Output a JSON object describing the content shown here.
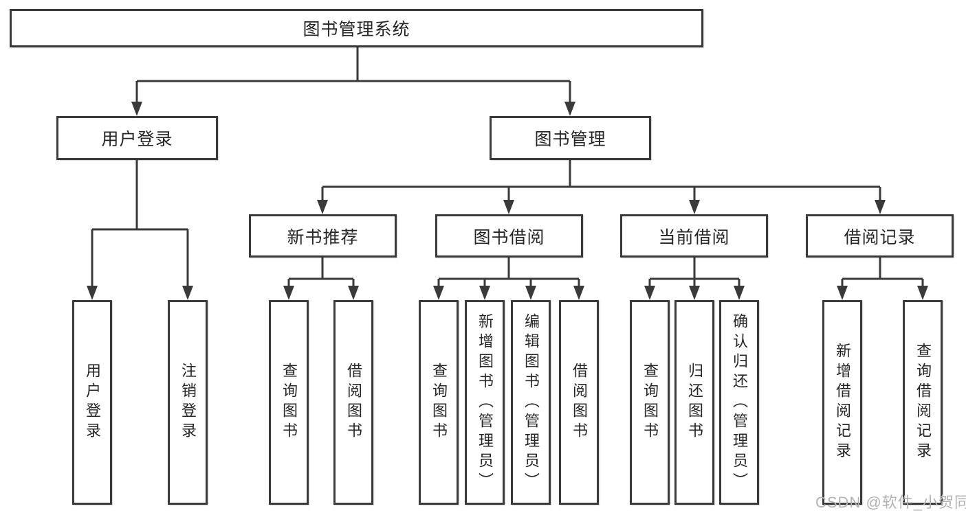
{
  "diagram": {
    "title": "图书管理系统",
    "root": "图书管理系统",
    "branches": [
      {
        "label": "用户登录",
        "leaves": [
          "用户登录",
          "注销登录"
        ]
      },
      {
        "label": "图书管理",
        "groups": [
          {
            "label": "新书推荐",
            "leaves": [
              "查询图书",
              "借阅图书"
            ]
          },
          {
            "label": "图书借阅",
            "leaves": [
              "查询图书",
              "新增图书（管理员）",
              "编辑图书（管理员）",
              "借阅图书"
            ]
          },
          {
            "label": "当前借阅",
            "leaves": [
              "查询图书",
              "归还图书",
              "确认归还（管理员）"
            ]
          },
          {
            "label": "借阅记录",
            "leaves": [
              "新增借阅记录",
              "查询借阅记录"
            ]
          }
        ]
      }
    ]
  },
  "watermark": "CSDN @软件_小贺同学",
  "colors": {
    "line": "#3a3a3a",
    "box_border": "#3a3a3a",
    "box_fill": "#ffffff",
    "text": "#262626",
    "watermark": "#b3b3b3",
    "background": "#ffffff"
  }
}
